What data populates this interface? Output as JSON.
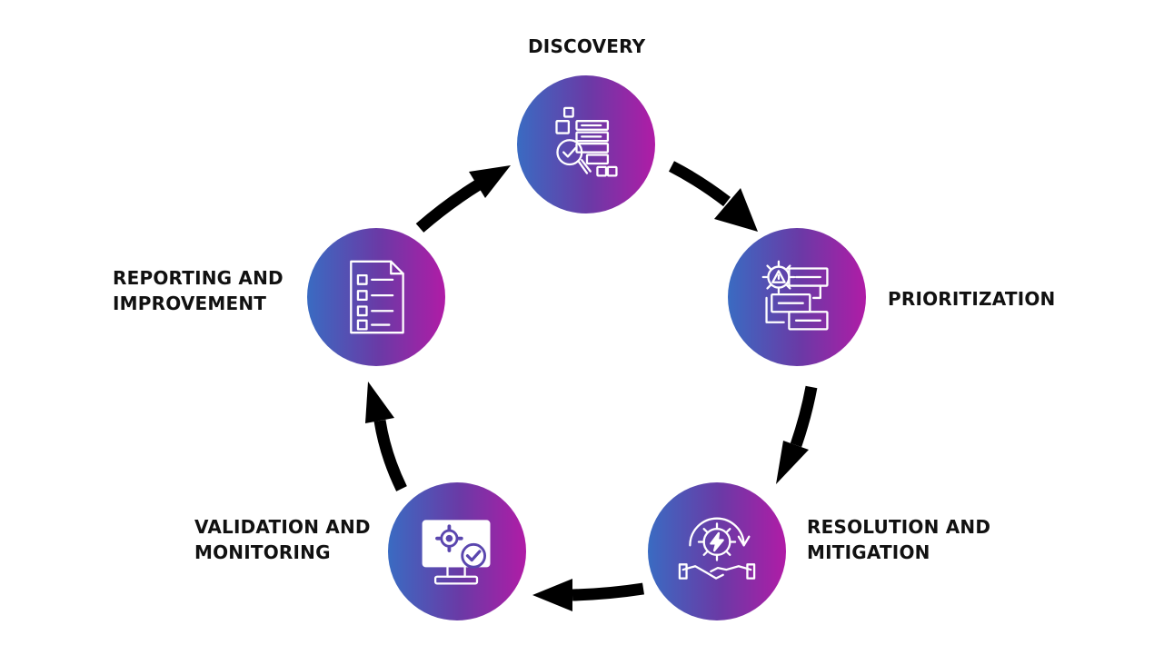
{
  "diagram": {
    "steps": [
      {
        "id": "discovery",
        "title": [
          "DISCOVERY"
        ],
        "icon": "magnifier-server-checklist-icon"
      },
      {
        "id": "prioritization",
        "title": [
          "PRIORITIZATION"
        ],
        "icon": "gear-warning-flowchart-icon"
      },
      {
        "id": "resolution",
        "title": [
          "RESOLUTION AND",
          "MITIGATION"
        ],
        "icon": "gear-lightning-handshake-icon"
      },
      {
        "id": "validation",
        "title": [
          "VALIDATION AND",
          "MONITORING"
        ],
        "icon": "monitor-gear-check-icon"
      },
      {
        "id": "reporting",
        "title": [
          "REPORTING AND",
          "IMPROVEMENT"
        ],
        "icon": "report-checklist-icon"
      }
    ],
    "arrows": [
      {
        "from": "discovery",
        "to": "prioritization"
      },
      {
        "from": "prioritization",
        "to": "resolution"
      },
      {
        "from": "resolution",
        "to": "validation"
      },
      {
        "from": "validation",
        "to": "reporting"
      },
      {
        "from": "reporting",
        "to": "discovery"
      }
    ],
    "colors": {
      "gradient_start": "#3a6bc2",
      "gradient_mid": "#6a3aa6",
      "gradient_end": "#b01ca6",
      "arrow": "#000000",
      "label": "#111111"
    }
  }
}
